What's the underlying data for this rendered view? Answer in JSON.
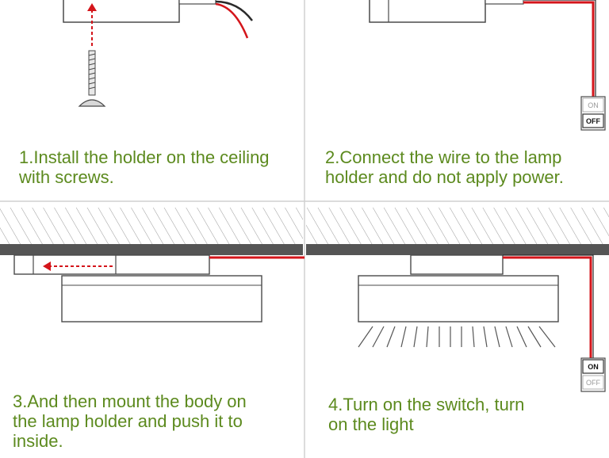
{
  "colors": {
    "caption": "#5c8a1e",
    "wire": "#d4151b",
    "outline": "#4a4a4a",
    "ceiling": "#555555",
    "arrow": "#d4151b",
    "divider": "#d0d0d0"
  },
  "steps": [
    {
      "number": 1,
      "caption": "1.Install the holder on the ceiling\nwith screws."
    },
    {
      "number": 2,
      "caption": "2.Connect the wire to the lamp\nholder and do not apply power.",
      "switch": {
        "on_label": "ON",
        "off_label": "OFF",
        "state": "off"
      }
    },
    {
      "number": 3,
      "caption": "3.And then mount the body on\nthe lamp holder and push it to\ninside."
    },
    {
      "number": 4,
      "caption": "4.Turn on the switch, turn\non the light",
      "switch": {
        "on_label": "ON",
        "off_label": "OFF",
        "state": "on"
      }
    }
  ],
  "icons": {
    "screw": "screw-icon",
    "arrow": "arrow-icon",
    "switch": "switch-icon",
    "light": "light-rays-icon"
  }
}
